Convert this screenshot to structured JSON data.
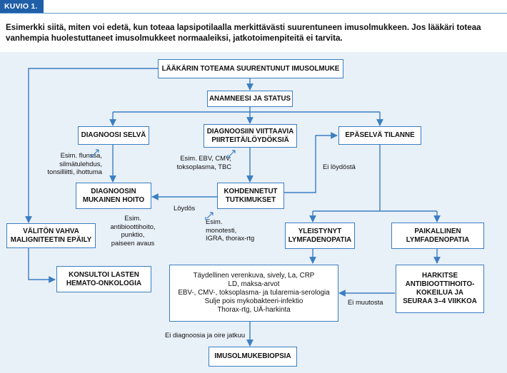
{
  "figure_label": "KUVIO 1.",
  "caption": "Esimerkki siitä, miten voi edetä, kun toteaa lapsipotilaalla merkittävästi suurentuneen imusolmukkeen. Jos lääkäri toteaa vanhempia huolestuttaneet imusolmukkeet normaaleiksi, jatkotoimenpiteitä ei tarvita.",
  "colors": {
    "accent": "#1f5fa8",
    "border": "#3b7ec2",
    "panel": "#e8f0f8"
  },
  "boxes": {
    "start": "LÄÄKÄRIN TOTEAMA SUURENTUNUT  IMUSOLMUKE",
    "anamnesis": "ANAMNEESI JA STATUS",
    "dx_clear": "DIAGNOOSI SELVÄ",
    "dx_suggestive": "DIAGNOOSIIN VIITTAAVIA\nPIIRTEITÄ/LÖYDÖKSIÄ",
    "unclear": "EPÄSELVÄ TILANNE",
    "dx_treatment": "DIAGNOOSIN\nMUKAINEN HOITO",
    "targeted_tests": "KOHDENNETUT\nTUTKIMUKSET",
    "malignancy": "VÄLITÖN VAHVA\nMALIGNITEETIN EPÄILY",
    "generalized": "YLEISTYNYT\nLYMFADENOPATIA",
    "local": "PAIKALLINEN\nLYMFADENOPATIA",
    "consult": "KONSULTOI LASTEN\nHEMATO-ONKOLOGIA",
    "full_workup": "Täydellinen verenkuva, sively, La, CRP\nLD, maksa-arvot\nEBV-, CMV-, toksoplasma- ja tularemia-serologia\nSulje pois mykobakteeri-infektio\nThorax-rtg, UÄ-harkinta",
    "antibiotic_trial": "HARKITSE\nANTIBIOOTTIHOITO-\nKOKEILUA JA\nSEURAA 3–4 VIIKKOA",
    "biopsy": "IMUSOLMUKEBIOPSIA"
  },
  "notes": {
    "clear_examples": "Esim. flunssa,\nsilmätulehdus,\ntonsilliitti, ihottuma",
    "suggestive_examples": "Esim. EBV, CMV,\ntoksoplasma, TBC",
    "not_found": "Ei löydöstä",
    "findings": "Löydös",
    "test_examples": "Esim.\nmonotesti,\nIGRA, thorax-rtg",
    "treatment_examples": "Esim.\nantibioottihoito,\npunktio,\npaiseen avaus",
    "no_change": "Ei muutosta",
    "no_diagnosis": "Ei diagnoosia ja oire jatkuu"
  },
  "icons": {
    "swap": "swap-arrows-icon"
  }
}
